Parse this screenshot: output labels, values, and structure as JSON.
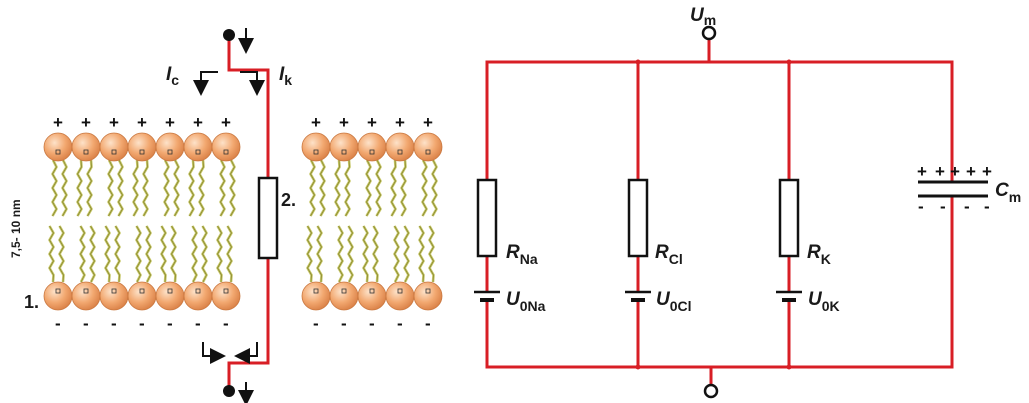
{
  "membrane": {
    "thickness_label": "7,5- 10 nm",
    "label_1": "1.",
    "label_2": "2.",
    "top_charge": "+",
    "bottom_charge": "-",
    "current_capacitive": {
      "symbol": "I",
      "sub": "c"
    },
    "current_ionic": {
      "symbol": "I",
      "sub": "k"
    }
  },
  "circuit": {
    "potential": {
      "symbol": "U",
      "sub": "m"
    },
    "branches": [
      {
        "resistor": {
          "symbol": "R",
          "sub": "Na"
        },
        "battery": {
          "symbol": "U",
          "sub": "0Na"
        }
      },
      {
        "resistor": {
          "symbol": "R",
          "sub": "Cl"
        },
        "battery": {
          "symbol": "U",
          "sub": "0Cl"
        }
      },
      {
        "resistor": {
          "symbol": "R",
          "sub": "K"
        },
        "battery": {
          "symbol": "U",
          "sub": "0K"
        }
      }
    ],
    "capacitor": {
      "symbol": "C",
      "sub": "m",
      "plus": "+",
      "minus": "-"
    }
  },
  "colors": {
    "wire": "#d81e25",
    "lipid_head": "#f2a870",
    "lipid_tail": "#c8c86a",
    "text": "#1a1a1a"
  }
}
